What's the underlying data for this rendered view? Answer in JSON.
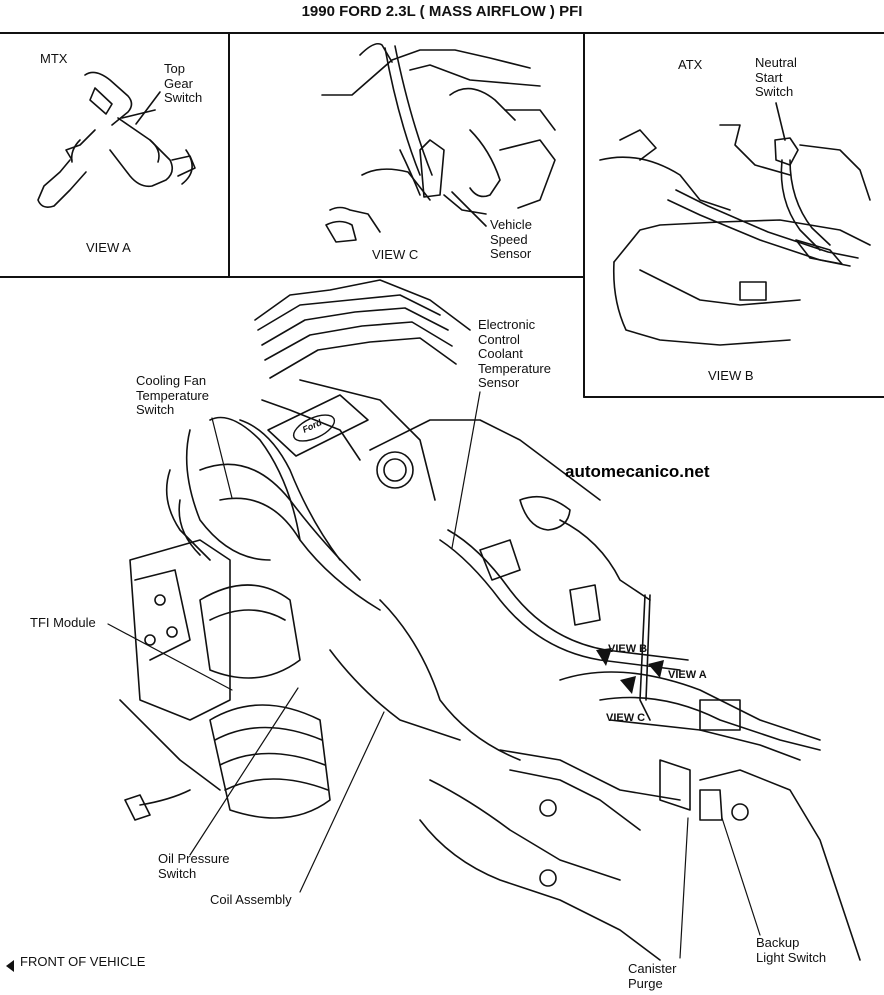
{
  "title": "1990 FORD 2.3L ( MASS AIRFLOW ) PFI",
  "watermark": "automecanico.net",
  "panels": {
    "view_a": {
      "transmission": "MTX",
      "component": "Top\nGear\nSwitch",
      "caption": "VIEW A"
    },
    "view_c": {
      "component": "Vehicle\nSpeed\nSensor",
      "caption": "VIEW C"
    },
    "view_b": {
      "transmission": "ATX",
      "component": "Neutral\nStart\nSwitch",
      "caption": "VIEW B"
    }
  },
  "callouts": {
    "cooling_fan": "Cooling Fan\nTemperature\nSwitch",
    "ecc_sensor": "Electronic\nControl\nCoolant\nTemperature\nSensor",
    "tfi_module": "TFI Module",
    "oil_pressure": "Oil Pressure\nSwitch",
    "coil_assembly": "Coil Assembly",
    "canister_purge": "Canister\nPurge",
    "backup_light": "Backup\nLight Switch",
    "front_of_vehicle": "FRONT OF VEHICLE"
  },
  "view_tags": {
    "view_a": "VIEW A",
    "view_b": "VIEW B",
    "view_c": "VIEW C"
  },
  "logo_text": "Ford",
  "colors": {
    "ink": "#111111",
    "paper": "#ffffff"
  }
}
